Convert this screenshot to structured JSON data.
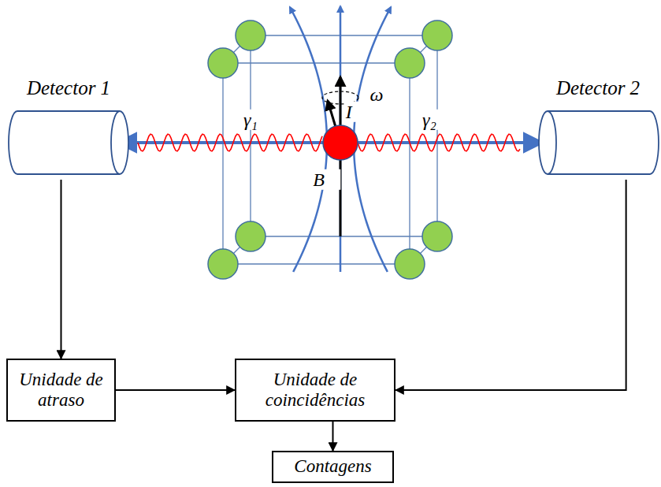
{
  "diagram": {
    "nodes": [
      {
        "text": [
          "Detector 1"
        ]
      },
      {
        "text": [
          "Detector 2"
        ]
      },
      {
        "text": [
          "Unidade de atraso"
        ]
      },
      {
        "text": [
          "Unidade de coincidências"
        ]
      },
      {
        "text": [
          "Contagens"
        ]
      }
    ],
    "edges": [
      {
        "from": 0,
        "to": 2,
        "arrow": "to"
      },
      {
        "from": 2,
        "to": 3,
        "arrow": "to"
      },
      {
        "from": 1,
        "to": 3,
        "arrow": "to"
      },
      {
        "from": 3,
        "to": 4,
        "arrow": "to"
      }
    ],
    "labels": [
      "γ₁",
      "γ₂",
      "ω",
      "I⃗",
      "B⃗"
    ]
  }
}
